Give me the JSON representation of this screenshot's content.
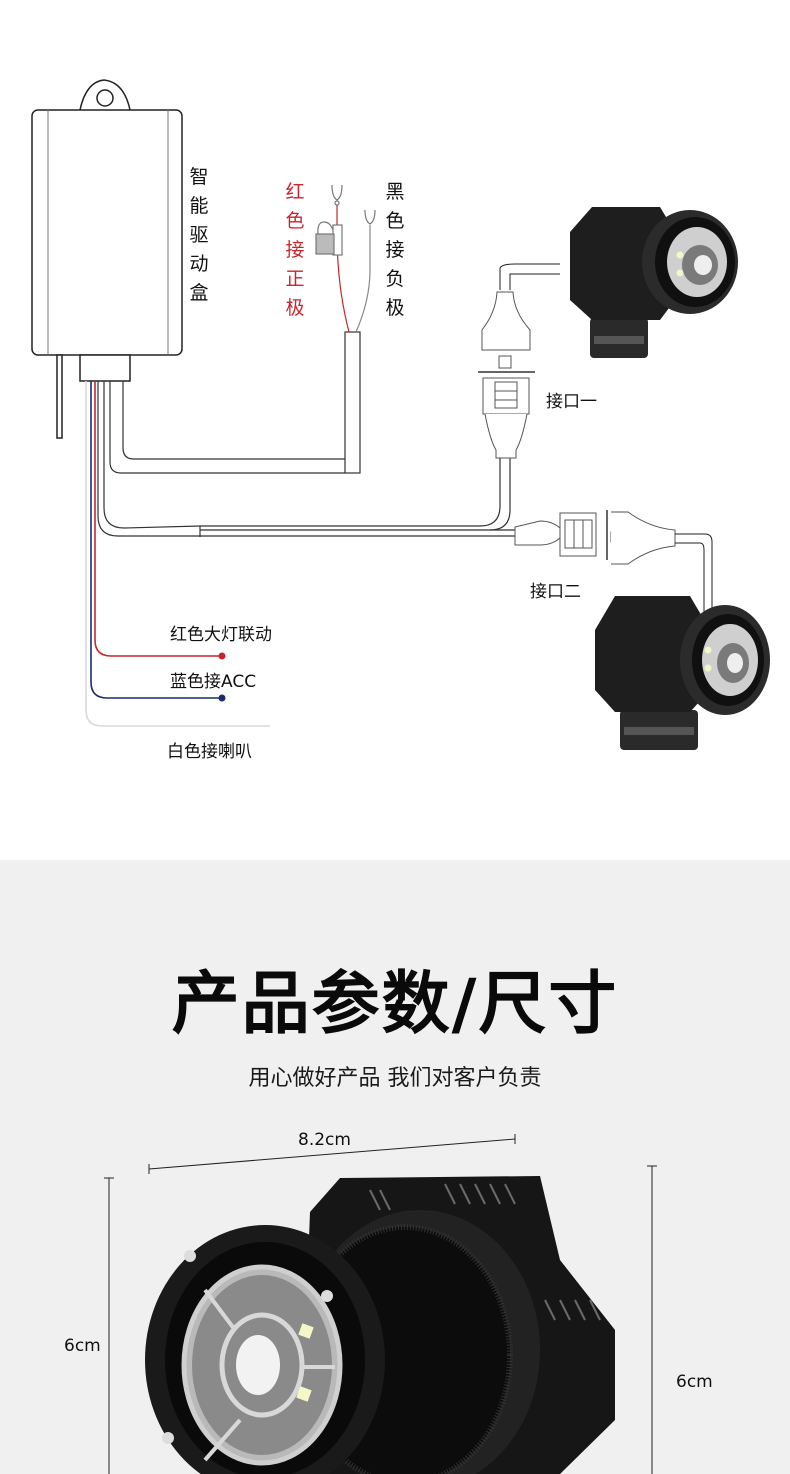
{
  "wiring_diagram": {
    "control_box_label": "智能驱动盒",
    "red_wire_label": "红色接正极",
    "black_wire_label": "黑色接负极",
    "connector_one_label": "接口一",
    "connector_two_label": "接口二",
    "red_headlight_label": "红色大灯联动",
    "blue_acc_label": "蓝色接ACC",
    "white_horn_label": "白色接喇叭",
    "colors": {
      "red_wire": "#c8252c",
      "blue_wire": "#1c2b6e",
      "white_wire": "#d8d8d8",
      "red_text": "#c8252c"
    }
  },
  "specs": {
    "title": "产品参数/尺寸",
    "subtitle": "用心做好产品 我们对客户负责",
    "width_dimension": "8.2cm",
    "height_dimension_left": "6cm",
    "height_dimension_right": "6cm"
  }
}
